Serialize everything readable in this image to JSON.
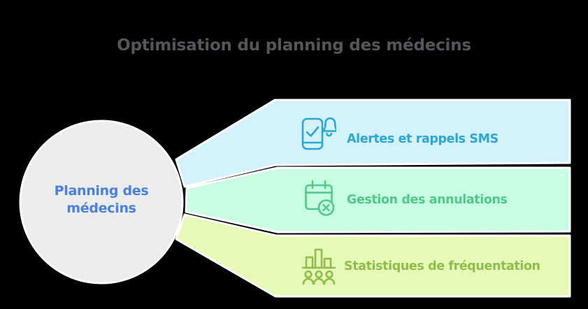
{
  "title": "Optimisation du planning des médecins",
  "center": {
    "label": "Planning des médecins"
  },
  "branches": [
    {
      "label": "Alertes et rappels SMS",
      "icon": "phone-bell-check-icon"
    },
    {
      "label": "Gestion des annulations",
      "icon": "calendar-cancel-icon"
    },
    {
      "label": "Statistiques de fréquentation",
      "icon": "bar-chart-people-icon"
    }
  ],
  "colors": {
    "background": "#000000",
    "title-text": "#55565a",
    "circle-fill": "#ececec",
    "circle-text": "#4a80e4",
    "band1-bg": "#d3f2fc",
    "band1-text": "#2aa6d8",
    "band2-bg": "#c9fde3",
    "band2-text": "#4fc987",
    "band3-bg": "#e6f9b6",
    "band3-text": "#8fbd4a",
    "outline": "#ffffff"
  }
}
